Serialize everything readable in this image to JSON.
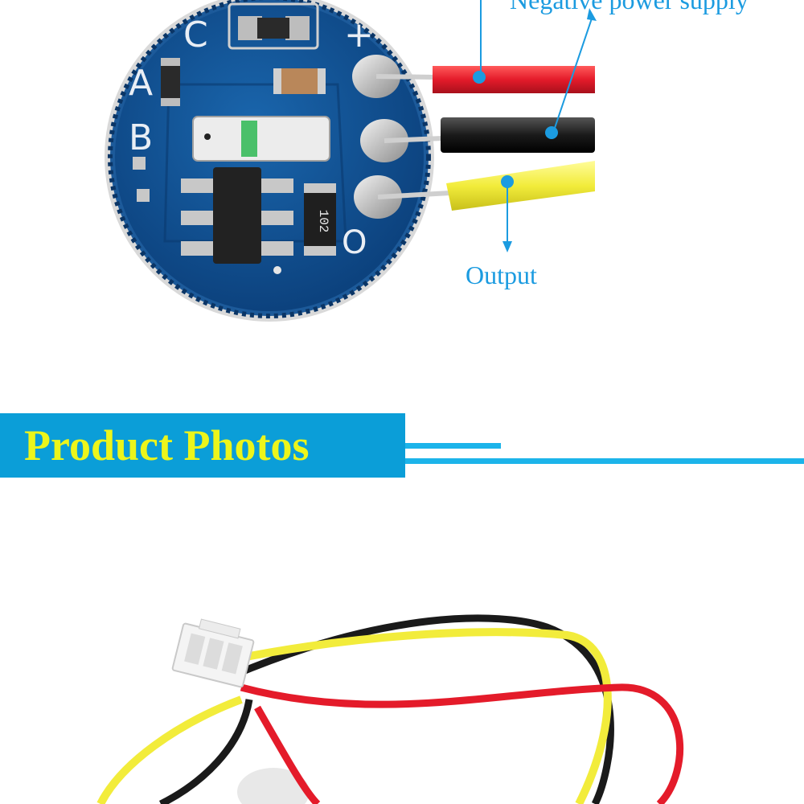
{
  "callouts": {
    "negative_power_supply": "Negative power supply",
    "output": "Output"
  },
  "board_silkscreen": {
    "label_c": "C",
    "label_plus": "+",
    "label_a": "A",
    "label_b": "B",
    "label_o": "O",
    "resistor_code": "102"
  },
  "section_banner": {
    "title": "Product Photos"
  },
  "colors": {
    "accent_blue": "#1b9be0",
    "banner_blue": "#0b9ed8",
    "banner_text_yellow": "#ecf51b",
    "pcb_blue": "#0f4d8f",
    "wire_red": "#e41b2a",
    "wire_black": "#1a1a1a",
    "wire_yellow": "#f2ec3b"
  }
}
